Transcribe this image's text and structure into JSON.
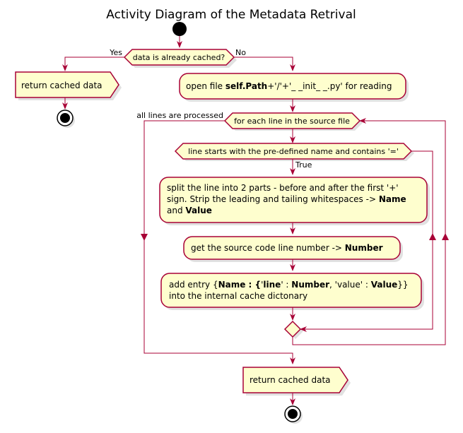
{
  "diagram": {
    "title": "Activity Diagram of the Metadata Retrival",
    "decision_cached": "data is already cached?",
    "label_yes": "Yes",
    "label_no": "No",
    "return_cached_left": "return cached data",
    "open_file": {
      "prefix": "open file ",
      "bold": "self.Path",
      "suffix": "+'/'+'_ _init_ _.py' for reading"
    },
    "loop_label": "for each line in the source file",
    "loop_exit_label": "all lines are processed",
    "decision_line": "line starts with the pre-defined name and contains '='",
    "label_true": "True",
    "split": {
      "line1": "split the line into 2 parts - before and after the first '+'",
      "line2_prefix": "sign. Strip the leading and tailing whitespaces -> ",
      "line2_bold": "Name",
      "line3_prefix": "and ",
      "line3_bold": "Value"
    },
    "get_line": {
      "prefix": "get the source code line number -> ",
      "bold": "Number"
    },
    "add_entry": {
      "p1": "add entry {",
      "b1": "Name : {",
      "p2": "'",
      "b2": "line",
      "p3": "' : ",
      "b3": "Number",
      "p4": ", 'value' : ",
      "b4": "Value",
      "p5": "}}",
      "line2": "into the internal cache dictonary"
    },
    "return_cached_bottom": "return cached data",
    "colors": {
      "fill": "#FEFECE",
      "stroke": "#A80036",
      "node": "#000000"
    }
  }
}
